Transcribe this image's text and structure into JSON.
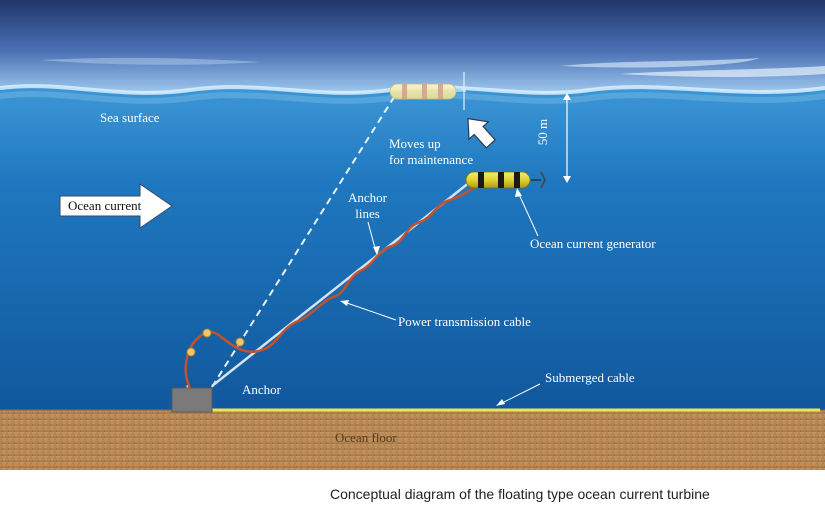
{
  "labels": {
    "sea_surface": "Sea surface",
    "ocean_current": "Ocean current",
    "moves_up_line1": "Moves up",
    "moves_up_line2": "for maintenance",
    "depth": "50 m",
    "anchor_lines_line1": "Anchor",
    "anchor_lines_line2": "lines",
    "generator": "Ocean current generator",
    "power_cable": "Power transmission cable",
    "anchor": "Anchor",
    "submerged_cable": "Submerged cable",
    "ocean_floor": "Ocean floor"
  },
  "caption": "Conceptual diagram of the floating type ocean current turbine",
  "colors": {
    "sky_top": "#2a3f7a",
    "sea": "#1c6db3",
    "sea_deep": "#0d4f95",
    "floor": "#b98853",
    "generator_yellow": "#e6d534",
    "power_cable": "#c4502c",
    "submerged_cable": "#e9e35a",
    "anchor_gray": "#7a7a7a"
  }
}
